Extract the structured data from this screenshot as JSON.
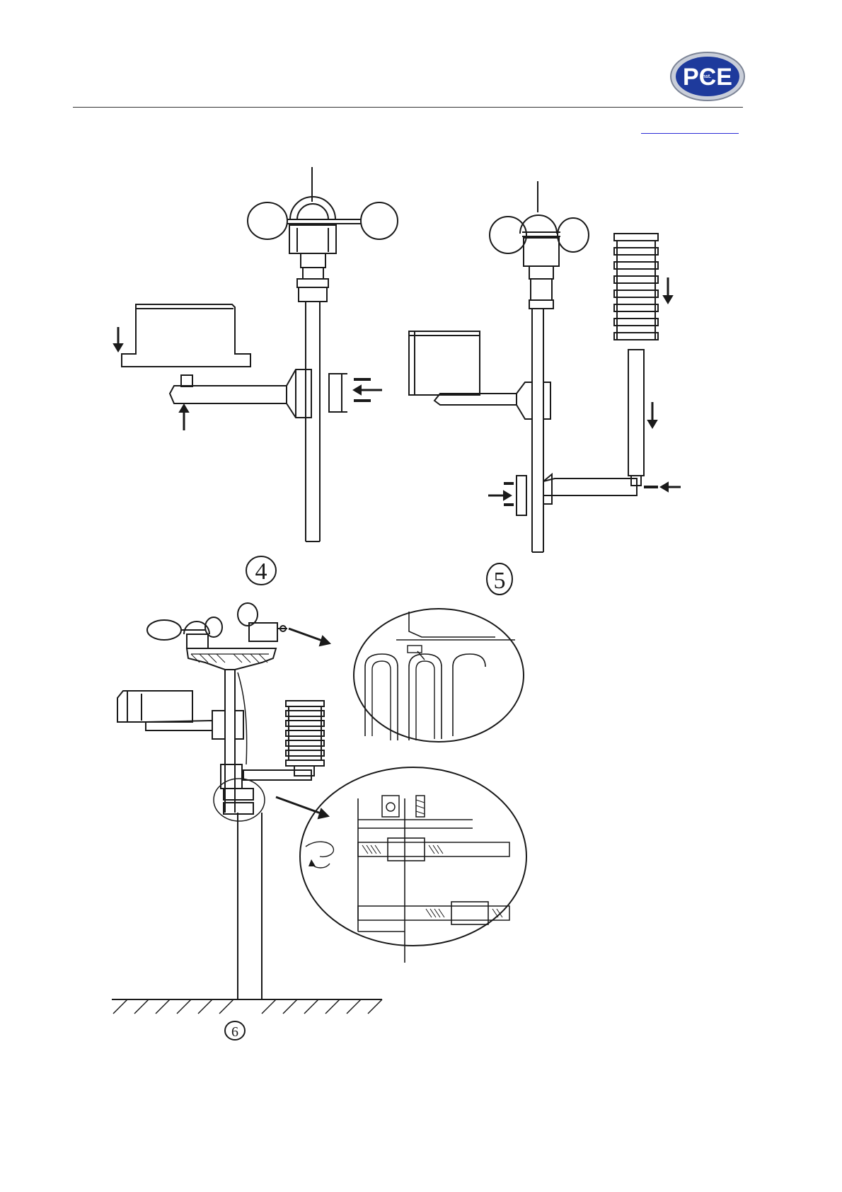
{
  "header": {
    "logo_text": "PCE",
    "logo_subtext": "Inst.",
    "link_text": "",
    "colors": {
      "logo_fill": "#1e3a9c",
      "logo_ring": "#9aa3b8",
      "rule": "#333333",
      "link": "#2b2bd6"
    }
  },
  "figures": [
    {
      "label": "4"
    },
    {
      "label": "5"
    },
    {
      "label": "6"
    }
  ]
}
